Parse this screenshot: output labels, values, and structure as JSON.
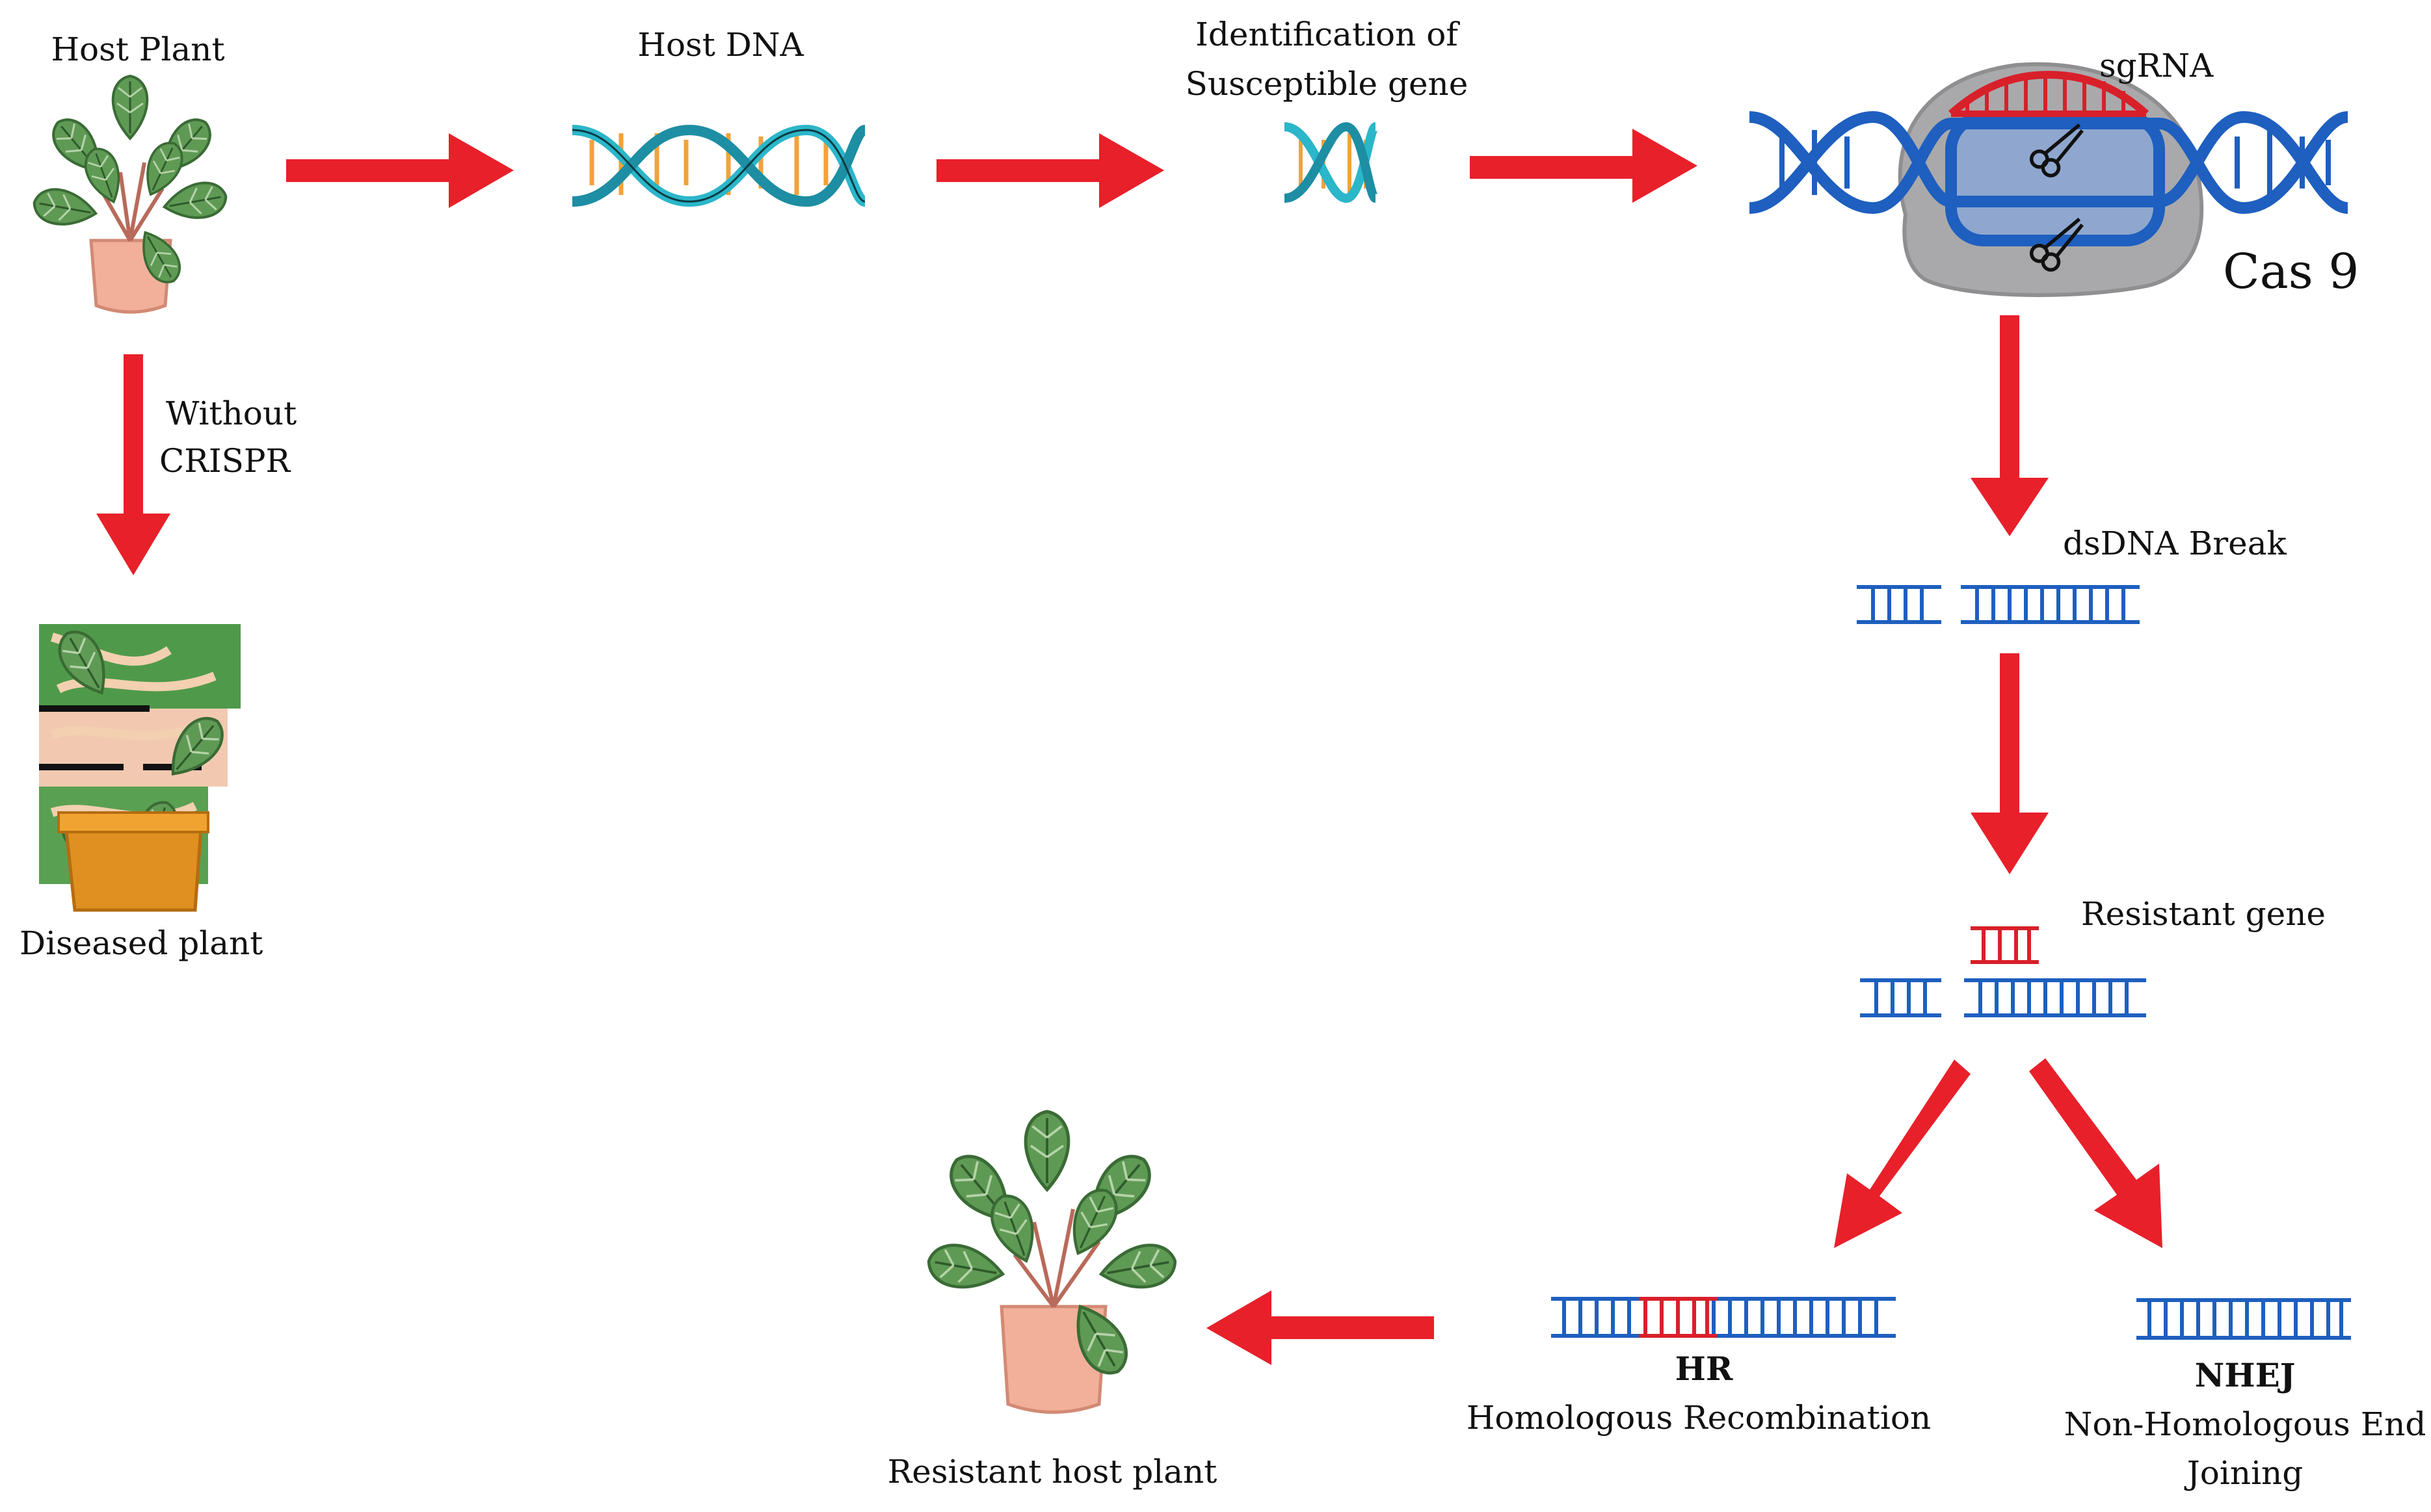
{
  "labels": {
    "host_plant": "Host Plant",
    "host_dna": "Host DNA",
    "identification_line1": "Identification of",
    "identification_line2": "Susceptible gene",
    "sgrna": "sgRNA",
    "cas9": "Cas 9",
    "without_line1": "Without",
    "without_line2": "CRISPR",
    "diseased_plant": "Diseased plant",
    "dsdna_break": "dsDNA Break",
    "resistant_gene": "Resistant gene",
    "hr_abbr": "HR",
    "hr_full": "Homologous Recombination",
    "nhej_abbr": "NHEJ",
    "nhej_line1": "Non-Homologous End",
    "nhej_line2": "Joining",
    "resistant_host_plant": "Resistant host plant"
  },
  "colors": {
    "arrow": "#e8202a",
    "dna_blue": "#1e5fbf",
    "dna_red": "#d8202a",
    "helix_teal": "#2bb6c9",
    "helix_rung_orange": "#f2a23a",
    "cas9_gray": "#a9a9ab",
    "leaf_green": "#5f9a55",
    "pot_pink": "#f2b09a",
    "pot_orange": "#e09020"
  }
}
